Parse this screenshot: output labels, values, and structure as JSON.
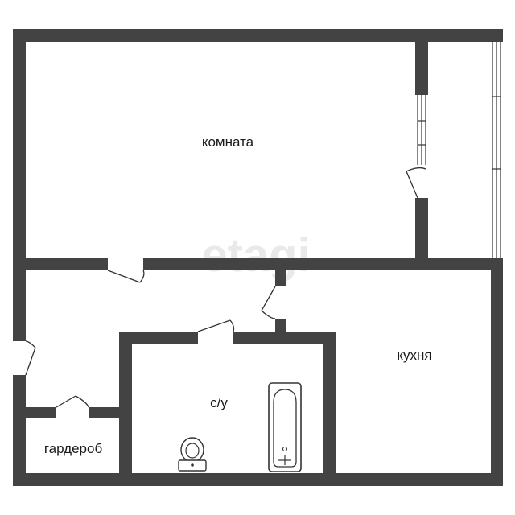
{
  "rooms": {
    "room": "комната",
    "kitchen": "кухня",
    "bathroom": "с/у",
    "wardrobe": "гардероб"
  },
  "watermark": "etagi",
  "colors": {
    "wall": "#434343",
    "background": "#ffffff",
    "line": "#333333",
    "watermark": "#e9e9e9"
  }
}
